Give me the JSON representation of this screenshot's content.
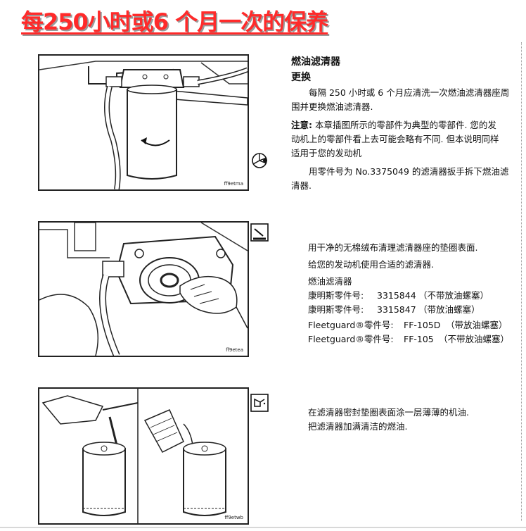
{
  "page": {
    "title": "每250小时或6 个月一次的保养"
  },
  "section1": {
    "heading": "燃油滤清器",
    "subheading": "更换",
    "para1_line1": "每隔 250 小时或 6 个月应清洗一次燃油滤清器座周",
    "para1_line2": "围并更换燃油滤清器.",
    "note_label": "注意:",
    "note_line1": " 本章插图所示的零部件为典型的零部件. 您的发",
    "note_line2": "动机上的零部件看上去可能会略有不同. 但本说明同样",
    "note_line3": "适用于您的发动机",
    "para2_line1": "用零件号为 No.3375049 的滤清器扳手拆下燃油滤",
    "para2_line2": "清器.",
    "figure_caption": "ff9etma",
    "icon": "wrench-socket-icon"
  },
  "section2": {
    "line1": "用干净的无棉绒布清理滤清器座的垫圈表面.",
    "line2": "给您的发动机使用合适的滤清器.",
    "filter_heading": "燃油滤清器",
    "parts": [
      {
        "label": "康明斯零件号:",
        "number": "3315844",
        "note": "（不带放油螺塞）"
      },
      {
        "label": "康明斯零件号:",
        "number": "3315847",
        "note": "（带放油螺塞）"
      },
      {
        "label": "Fleetguard®零件号:",
        "number": "FF-105D",
        "note": "（带放油螺塞）"
      },
      {
        "label": "Fleetguard®零件号:",
        "number": "FF-105",
        "note": "（不带放油螺塞）"
      }
    ],
    "figure_caption": "ff9etea",
    "icon": "cleaning-cloth-icon"
  },
  "section3": {
    "line1": "在滤清器密封垫圈表面涂一层薄薄的机油.",
    "line2": "把滤清器加满清洁的燃油.",
    "figure_caption": "ff9etwb",
    "icon": "oil-can-icon"
  }
}
